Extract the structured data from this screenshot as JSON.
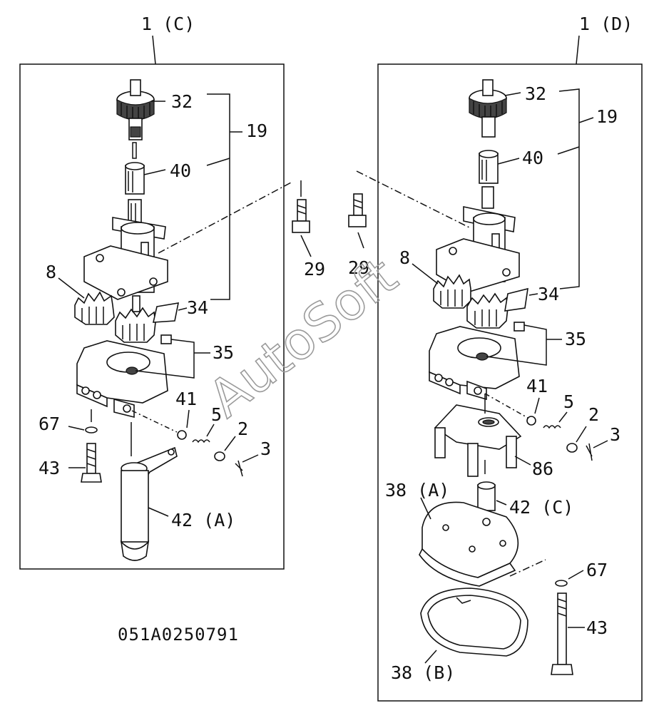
{
  "assemblies": [
    {
      "id": "C",
      "title": "1 (C)"
    },
    {
      "id": "D",
      "title": "1 (D)"
    }
  ],
  "drawing_code": "051A0250791",
  "watermark": "AutoSoft",
  "labels_left": {
    "l32": "32",
    "l19": "19",
    "l40": "40",
    "l29": "29",
    "l8": "8",
    "l34": "34",
    "l35": "35",
    "l41": "41",
    "l5": "5",
    "l2": "2",
    "l3": "3",
    "l67": "67",
    "l43": "43",
    "l42a": "42 (A)"
  },
  "labels_right": {
    "l32": "32",
    "l19": "19",
    "l40": "40",
    "l29": "29",
    "l8": "8",
    "l34": "34",
    "l35": "35",
    "l41": "41",
    "l5": "5",
    "l2": "2",
    "l3": "3",
    "l86": "86",
    "l38a": "38 (A)",
    "l42c": "42 (C)",
    "l67": "67",
    "l43": "43",
    "l38b": "38 (B)"
  }
}
